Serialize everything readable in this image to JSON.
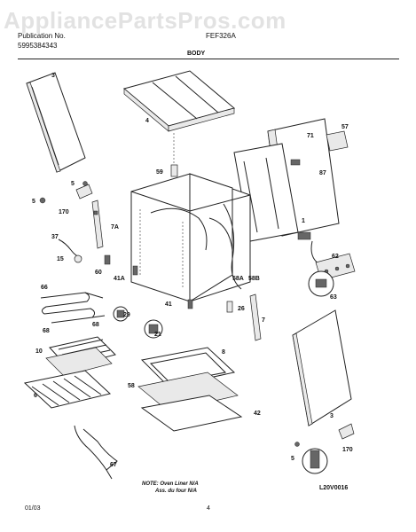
{
  "header": {
    "watermark": "AppliancePartsPros.com",
    "publication_label": "Publication No.",
    "publication_number": "5995384343",
    "model": "FEF326A",
    "section_title": "BODY"
  },
  "parts": {
    "p1": "1",
    "p3a": "3",
    "p3b": "3",
    "p4": "4",
    "p5a": "5",
    "p5b": "5",
    "p6": "6",
    "p7a": "7",
    "p7b": "7A",
    "p8": "8",
    "p10": "10",
    "p15": "15",
    "p21": "21",
    "p26": "26",
    "p29": "29",
    "p37": "37",
    "p41a": "41",
    "p41b": "41A",
    "p42": "42",
    "p57": "57",
    "p58a": "58",
    "p58b": "58A",
    "p58c": "58B",
    "p59": "59",
    "p60": "60",
    "p62": "62",
    "p63": "63",
    "p66": "66",
    "p67": "67",
    "p68a": "68",
    "p68b": "68",
    "p71": "71",
    "p87": "87",
    "p170a": "170",
    "p170b": "170"
  },
  "note": {
    "line1": "NOTE: Oven Liner N/A",
    "line2": "Ass. du four N/A"
  },
  "diagram_code": "L20V0016",
  "footer": {
    "date": "01/03",
    "page": "4"
  }
}
